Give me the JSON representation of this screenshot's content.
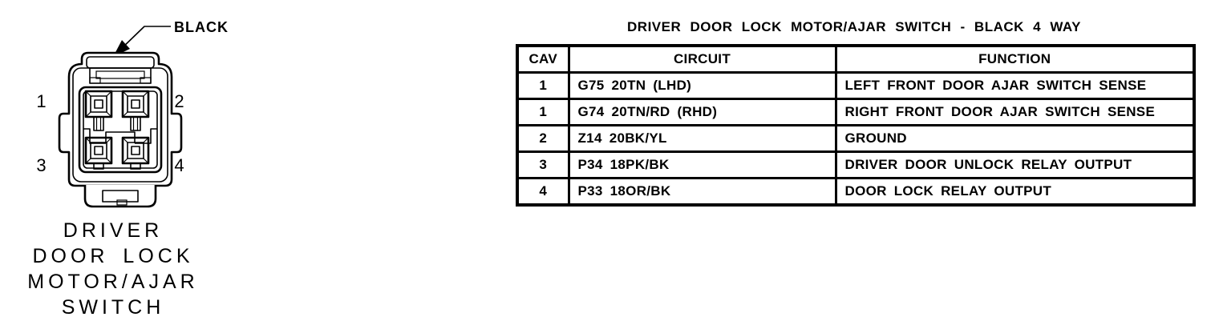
{
  "diagram": {
    "connector_color_label": "BLACK",
    "pins": [
      "1",
      "2",
      "3",
      "4"
    ],
    "caption_lines": [
      "DRIVER",
      "DOOR LOCK",
      "MOTOR/AJAR",
      "SWITCH"
    ]
  },
  "table": {
    "title": "DRIVER DOOR LOCK MOTOR/AJAR SWITCH - BLACK 4 WAY",
    "headers": [
      "CAV",
      "CIRCUIT",
      "FUNCTION"
    ],
    "rows": [
      {
        "cav": "1",
        "circuit": "G75 20TN (LHD)",
        "function": "LEFT FRONT DOOR AJAR SWITCH SENSE"
      },
      {
        "cav": "1",
        "circuit": "G74 20TN/RD (RHD)",
        "function": "RIGHT FRONT DOOR AJAR SWITCH SENSE"
      },
      {
        "cav": "2",
        "circuit": "Z14 20BK/YL",
        "function": "GROUND"
      },
      {
        "cav": "3",
        "circuit": "P34 18PK/BK",
        "function": "DRIVER DOOR UNLOCK RELAY OUTPUT"
      },
      {
        "cav": "4",
        "circuit": "P33 18OR/BK",
        "function": "DOOR LOCK RELAY OUTPUT"
      }
    ]
  },
  "colors": {
    "line": "#000000",
    "background": "#ffffff"
  }
}
